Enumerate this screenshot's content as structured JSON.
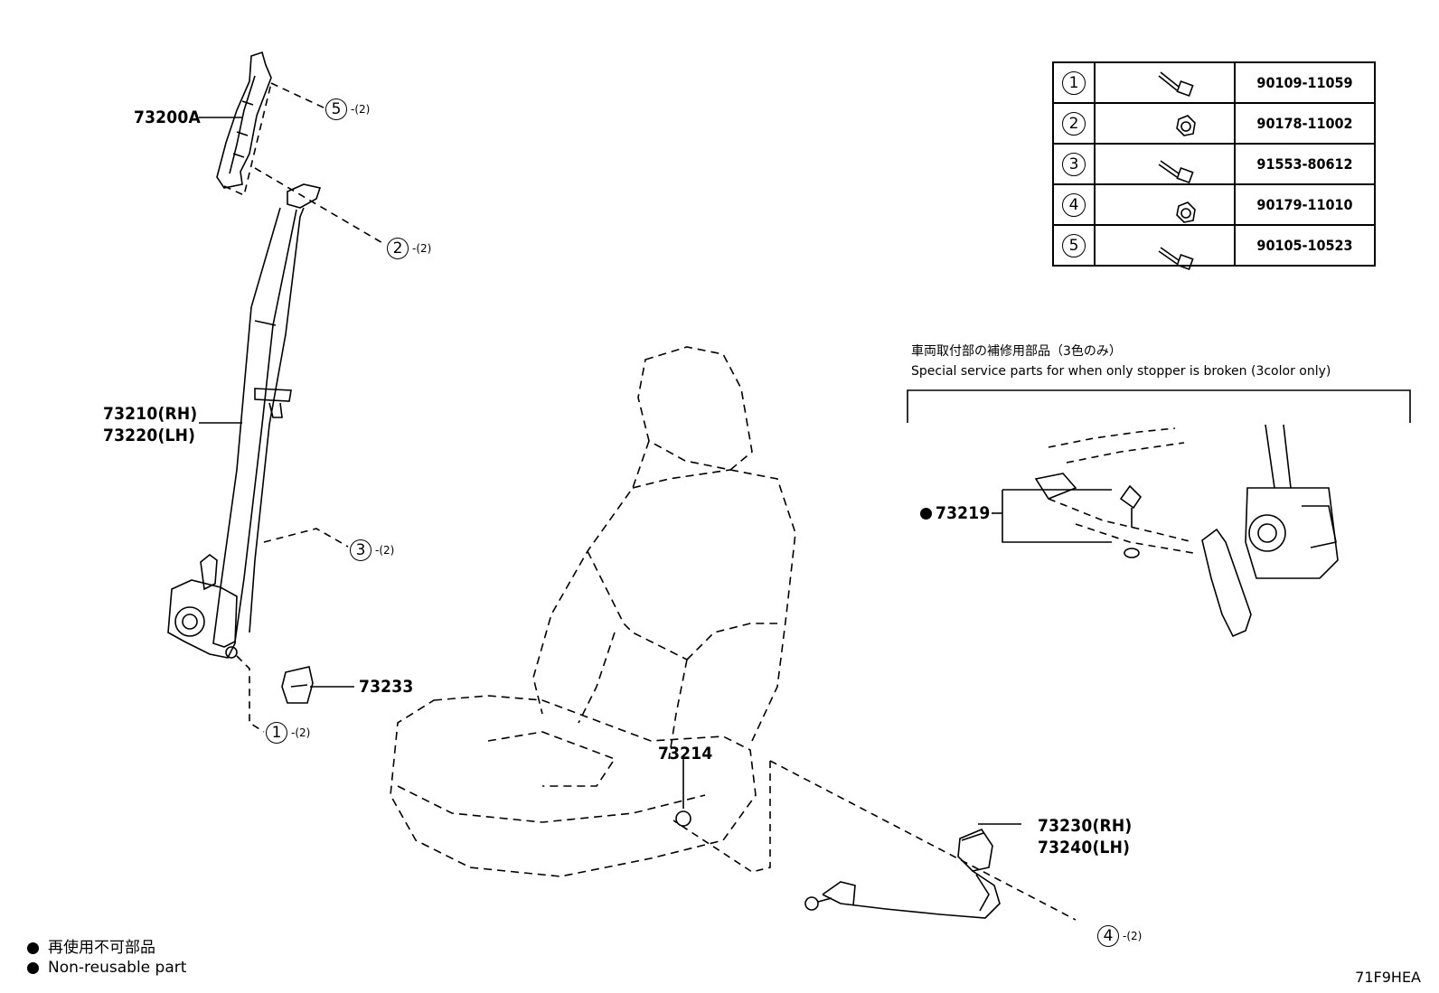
{
  "labels": {
    "l73200a": "73200A",
    "l73210": "73210(RH)",
    "l73220": "73220(LH)",
    "l73233": "73233",
    "l73214": "73214",
    "l73230": "73230(RH)",
    "l73240": "73240(LH)",
    "l73219": "73219"
  },
  "callouts": {
    "c5": {
      "num": "5",
      "qty": "(2)"
    },
    "c2": {
      "num": "2",
      "qty": "(2)"
    },
    "c3": {
      "num": "3",
      "qty": "(2)"
    },
    "c1": {
      "num": "1",
      "qty": "(2)"
    },
    "c4": {
      "num": "4",
      "qty": "(2)"
    }
  },
  "parts_table": [
    {
      "num": "1",
      "part": "90109-11059",
      "icon": "bolt-icon"
    },
    {
      "num": "2",
      "part": "90178-11002",
      "icon": "nut-icon"
    },
    {
      "num": "3",
      "part": "91553-80612",
      "icon": "bolt-icon"
    },
    {
      "num": "4",
      "part": "90179-11010",
      "icon": "nut-icon"
    },
    {
      "num": "5",
      "part": "90105-10523",
      "icon": "bolt-icon"
    }
  ],
  "special_note": {
    "ja": "車両取付部の補修用部品（3色のみ）",
    "en": "Special service parts for when only stopper is broken (3color only)"
  },
  "legend": {
    "ja": "再使用不可部品",
    "en": "Non-reusable part"
  },
  "diagram_code": "71F9HEA"
}
